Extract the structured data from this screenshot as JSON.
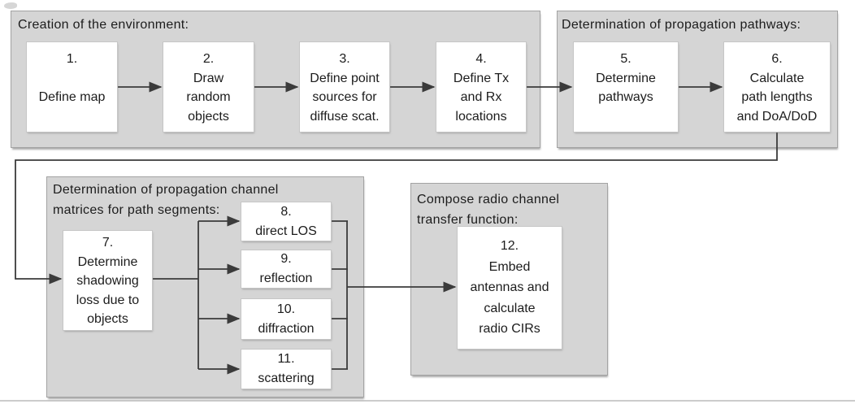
{
  "diagram": {
    "groups": {
      "environment": {
        "title": "Creation of the environment:"
      },
      "pathways": {
        "title": "Determination of propagation pathways:"
      },
      "matrices": {
        "title_line1": "Determination of propagation channel",
        "title_line2": "matrices for path segments:"
      },
      "compose": {
        "title_line1": "Compose radio channel",
        "title_line2": "transfer function:"
      }
    },
    "steps": {
      "s1": [
        "1.",
        "",
        "Define map"
      ],
      "s2": [
        "2.",
        "Draw",
        "random",
        "objects"
      ],
      "s3": [
        "3.",
        "Define point",
        "sources for",
        "diffuse scat."
      ],
      "s4": [
        "4.",
        "Define Tx",
        "and Rx",
        "locations"
      ],
      "s5": [
        "5.",
        "Determine",
        "pathways"
      ],
      "s6": [
        "6.",
        "Calculate",
        "path lengths",
        "and DoA/DoD"
      ],
      "s7": [
        "7.",
        "Determine",
        "shadowing",
        "loss due to",
        "objects"
      ],
      "s8": [
        "8.",
        "direct LOS"
      ],
      "s9": [
        "9.",
        "reflection"
      ],
      "s10": [
        "10.",
        "diffraction"
      ],
      "s11": [
        "11.",
        "scattering"
      ],
      "s12": [
        "12.",
        "Embed",
        "antennas and",
        "calculate",
        "radio CIRs"
      ]
    },
    "colors": {
      "panel_fill": "#d5d5d5",
      "panel_border": "#a3a3a3",
      "box_fill": "#ffffff",
      "box_border": "#c6c6c6",
      "connector": "#3b3b3b",
      "text": "#1c1c1c"
    }
  }
}
